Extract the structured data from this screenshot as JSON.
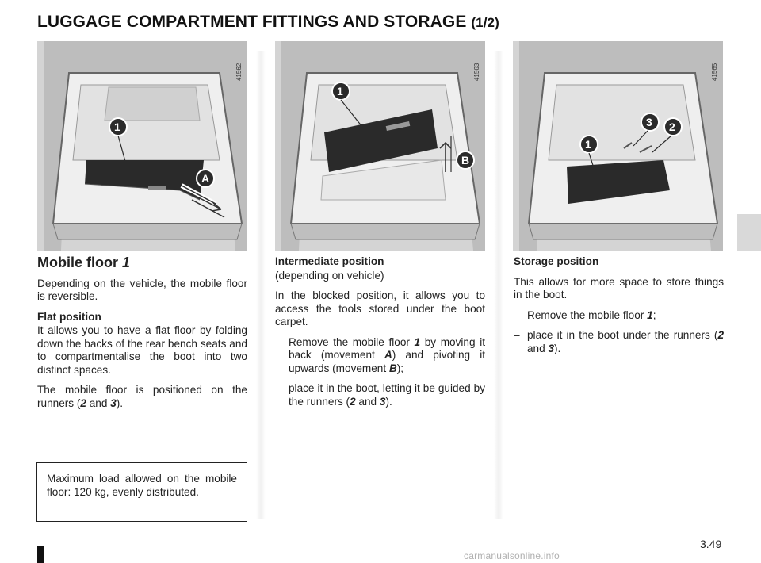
{
  "header": {
    "title": "LUGGAGE COMPARTMENT FITTINGS AND STORAGE",
    "part": "(1/2)"
  },
  "illustrations": [
    {
      "ref": "41562",
      "labels": [
        "1",
        "A"
      ]
    },
    {
      "ref": "41563",
      "labels": [
        "1",
        "B"
      ]
    },
    {
      "ref": "41565",
      "labels": [
        "1",
        "2",
        "3"
      ]
    }
  ],
  "col1": {
    "heading": "Mobile floor ",
    "heading_num": "1",
    "intro": "Depending on the vehicle, the mobile floor is reversible.",
    "flat_heading": "Flat position",
    "flat_p1": "It allows you to have a flat floor by folding down the backs of the rear bench seats and to compartmentalise the boot into two distinct spaces.",
    "flat_p2_a": "The mobile floor is positioned on the runners (",
    "flat_p2_n1": "2",
    "flat_p2_and": " and ",
    "flat_p2_n2": "3",
    "flat_p2_b": ")."
  },
  "col2": {
    "heading": "Intermediate position",
    "subheading": "(depending on vehicle)",
    "p1": "In the blocked position, it allows you to access the tools stored under the boot carpet.",
    "dash": "–",
    "b1_a": "Remove the mobile floor ",
    "b1_n": "1",
    "b1_b": " by moving it back (movement ",
    "b1_A": "A",
    "b1_c": ") and pivoting it upwards (movement ",
    "b1_B": "B",
    "b1_d": ");",
    "b2_a": "place it in the boot, letting it be guided by the runners (",
    "b2_n1": "2",
    "b2_and": " and ",
    "b2_n2": "3",
    "b2_b": ")."
  },
  "col3": {
    "heading": "Storage position",
    "p1": "This allows for more space to store things in the boot.",
    "dash": "–",
    "b1_a": "Remove the mobile floor ",
    "b1_n": "1",
    "b1_b": ";",
    "b2_a": "place it in the boot under the runners (",
    "b2_n1": "2",
    "b2_and": " and ",
    "b2_n2": "3",
    "b2_b": ")."
  },
  "note": {
    "text": "Maximum load allowed on the mobile floor: 120 kg, evenly distributed."
  },
  "footer": {
    "page_number": "3.49",
    "watermark": "carmanualsonline.info"
  },
  "colors": {
    "illustration_bg": "#d6d6d6",
    "floor_dark": "#2a2a2a",
    "side_tab": "#d9d9d9"
  }
}
